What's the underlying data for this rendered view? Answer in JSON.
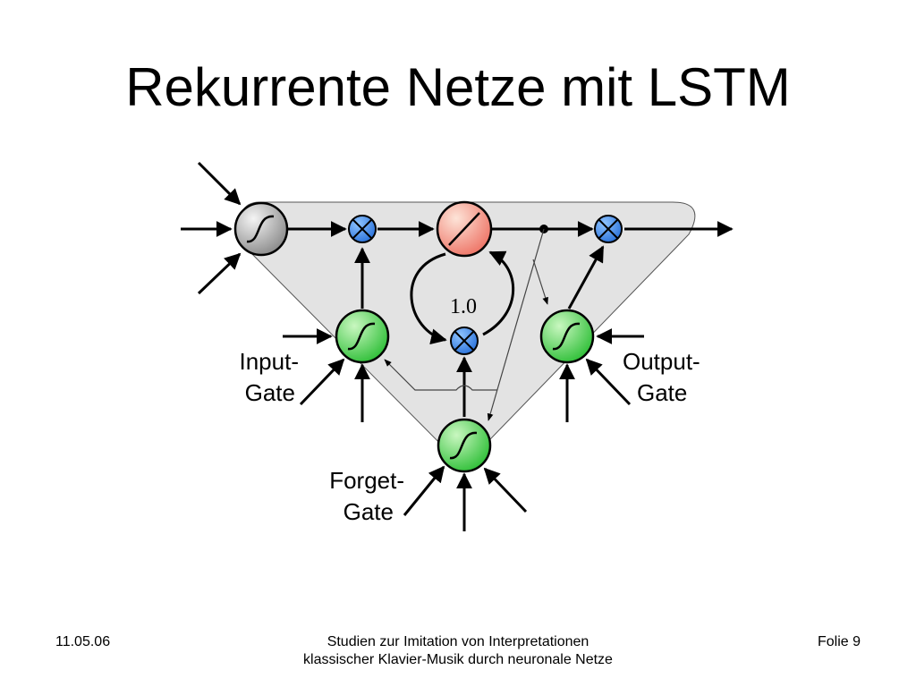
{
  "slide": {
    "title": "Rekurrente Netze mit LSTM"
  },
  "diagram": {
    "labels": {
      "input_gate": [
        "Input-",
        "Gate"
      ],
      "output_gate": [
        "Output-",
        "Gate"
      ],
      "forget_gate": [
        "Forget-",
        "Gate"
      ],
      "self_loop_weight": "1.0"
    },
    "colors": {
      "block_fill": "#e3e3e3",
      "input_node": "#9a9a9a",
      "memory_cell": "#f08a78",
      "gate": "#4cd24c",
      "multiplier": "#3f86e6"
    }
  },
  "footer": {
    "date": "11.05.06",
    "center_line1": "Studien zur Imitation von Interpretationen",
    "center_line2": "klassischer Klavier-Musik durch neuronale Netze",
    "page": "Folie 9"
  }
}
